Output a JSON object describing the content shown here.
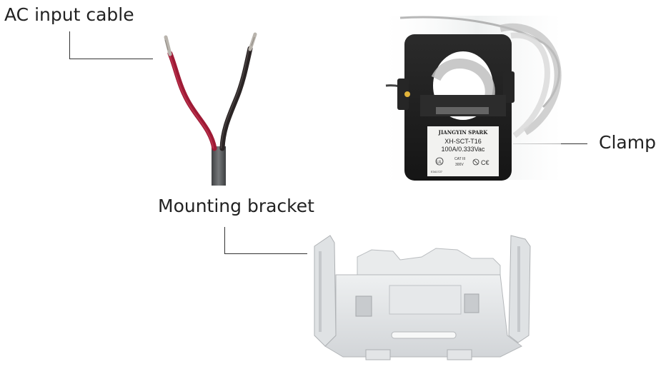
{
  "labels": {
    "cable": "AC input cable",
    "clamp": "Clamp",
    "bracket": "Mounting bracket"
  },
  "clamp_plate": {
    "brand": "JIANGYIN SPARK",
    "model": "XH-SCT-T16",
    "rating": "100A/0.333Vac",
    "cat": "CAT III",
    "voltage": "300V",
    "file": "E341727"
  },
  "colors": {
    "cable_jacket": "#5b5d5f",
    "wire_red": "#9e1a35",
    "wire_black": "#2a2424",
    "clamp_body": "#1e1e1e",
    "bracket": "#e4e6e8",
    "callout_line": "#333333"
  },
  "icons": [
    "cable-image",
    "clamp-image",
    "bracket-image"
  ]
}
